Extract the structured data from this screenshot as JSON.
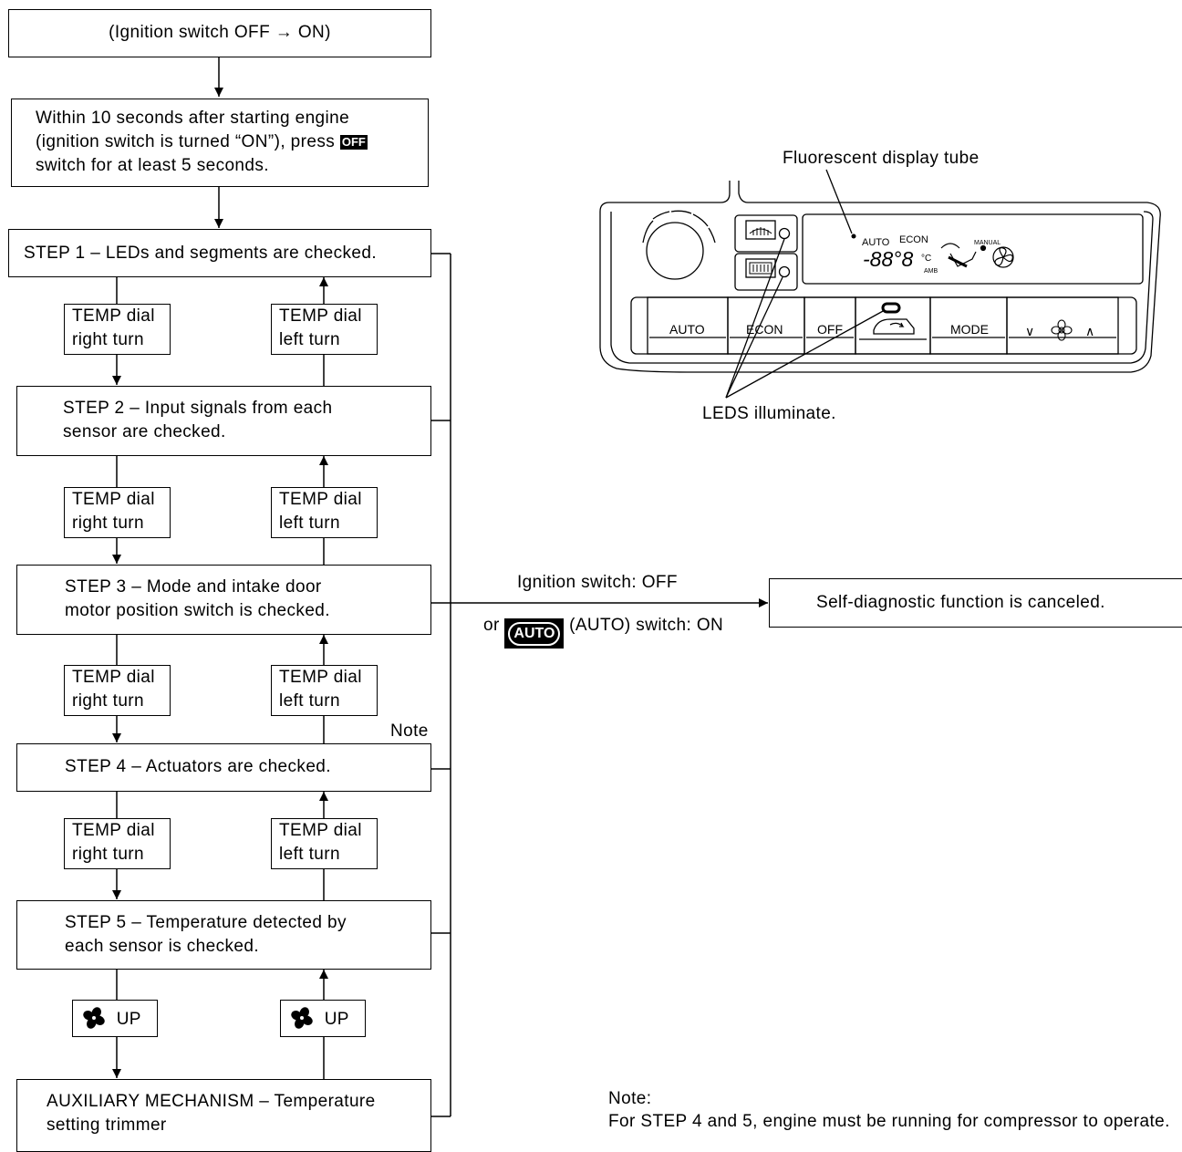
{
  "flow": {
    "start": "(Ignition switch OFF → ON)",
    "instruction": {
      "line1": "Within 10 seconds after starting engine",
      "line2_before": "(ignition switch is turned “ON”), press",
      "off_badge": "OFF",
      "line3": "switch for at least 5 seconds."
    },
    "step1": "STEP 1 – LEDs and segments are checked.",
    "step2": {
      "line1": "STEP 2 – Input signals from each",
      "line2": "sensor are checked."
    },
    "step3": {
      "line1": "STEP 3 – Mode and intake door",
      "line2": "motor position switch is checked."
    },
    "step4": "STEP 4 – Actuators are checked.",
    "step5": {
      "line1": "STEP 5 – Temperature detected by",
      "line2": "each sensor is checked."
    },
    "aux": {
      "line1": "AUXILIARY MECHANISM – Temperature",
      "line2": "setting trimmer"
    },
    "right_turn": {
      "line1": "TEMP dial",
      "line2": "right turn"
    },
    "left_turn": {
      "line1": "TEMP dial",
      "line2": "left turn"
    },
    "fan_up": "UP",
    "note_marker": "Note"
  },
  "cancel": {
    "condition1": "Ignition switch: OFF",
    "condition2_prefix": "or",
    "auto_badge": "AUTO",
    "condition2_suffix": "(AUTO) switch: ON",
    "result": "Self-diagnostic function is canceled."
  },
  "panel": {
    "display_label": "Fluorescent display tube",
    "leds_label": "LEDS illuminate.",
    "display_auto": "AUTO",
    "display_econ": "ECON",
    "display_digits": "-88°8",
    "display_amb": "AMB",
    "display_unit": "°C",
    "display_manual": "MANUAL",
    "buttons": [
      "AUTO",
      "ECON",
      "OFF",
      "MODE"
    ],
    "fan_arrows": {
      "down": "∨",
      "up": "∧"
    }
  },
  "note": {
    "title": "Note:",
    "text": "For STEP 4 and 5, engine must be running for compressor to operate."
  }
}
